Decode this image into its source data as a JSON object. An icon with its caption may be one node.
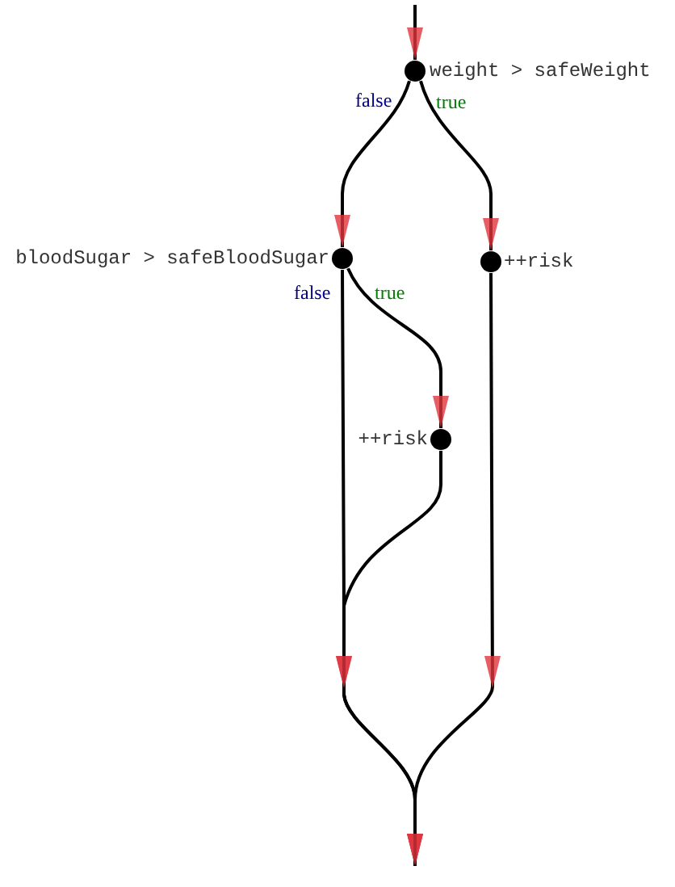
{
  "diagram": {
    "nodes": [
      {
        "text": [],
        "shape": "circle",
        "beside": [
          "weight > safeWeight"
        ]
      },
      {
        "text": [],
        "shape": "circle",
        "beside": [
          "bloodSugar > safeBloodSugar"
        ]
      },
      {
        "text": [],
        "shape": "circle",
        "beside": [
          "++risk"
        ]
      },
      {
        "text": [],
        "shape": "circle",
        "beside": [
          "++risk"
        ]
      }
    ],
    "edges": [
      {
        "from": null,
        "to": 0,
        "arrow": "to"
      },
      {
        "from": 0,
        "to": 1,
        "arrow": "to",
        "label": "false"
      },
      {
        "from": 0,
        "to": 2,
        "arrow": "to",
        "label": "true"
      },
      {
        "from": 1,
        "to": 3,
        "arrow": "to",
        "label": "true"
      },
      {
        "from": 1,
        "to": null,
        "arrow": "to",
        "label": "false"
      },
      {
        "from": 3,
        "to": null,
        "arrow": "to"
      },
      {
        "from": 2,
        "to": null,
        "arrow": "to"
      }
    ]
  }
}
